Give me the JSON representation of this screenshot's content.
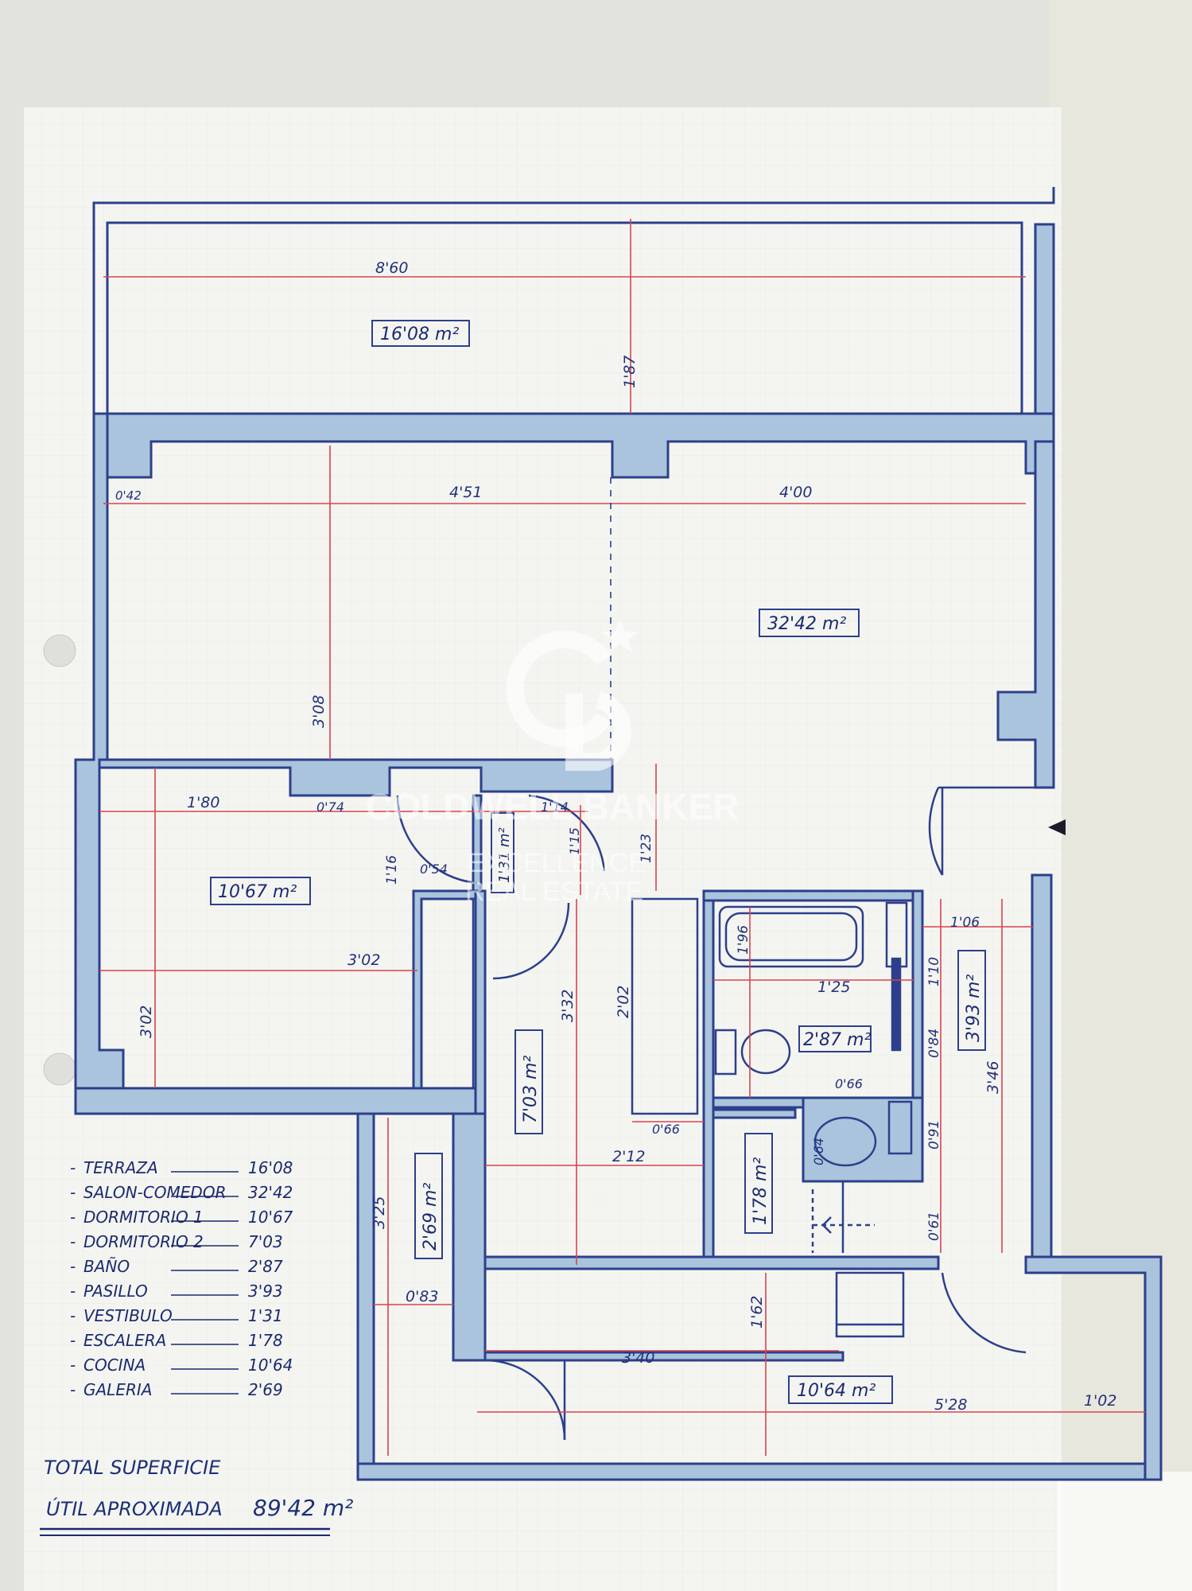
{
  "plan": {
    "terrace_width": "8'60",
    "terrace_depth": "1'87",
    "terrace_area": "16'08 m²",
    "living_left_width": "4'51",
    "living_right_width": "4'00",
    "living_wall": "0'42",
    "living_depth": "3'08",
    "living_area": "32'42 m²",
    "bed1_top_width": "1'80",
    "bed1_door_width": "0'74",
    "bed1_door_depth": "1'16",
    "bed1_gap": "0'54",
    "bed1_width": "3'02",
    "bed1_depth": "3'02",
    "bed1_area": "10'67 m²",
    "vest_width": "1'14",
    "vest_depth": "1'15",
    "vest_area": "1'31 m²",
    "hall_gap": "1'23",
    "bath_tub": "1'96",
    "bath_width": "1'25",
    "bath_area": "2'87 m²",
    "bath_gap": "0'66",
    "hall_width": "1'06",
    "hall_a": "1'10",
    "hall_b": "0'84",
    "hall_c": "0'91",
    "hall_d": "0'61",
    "hall_length": "3'46",
    "hall_area": "3'93 m²",
    "bed2_depth": "3'32",
    "bed2_closet": "2'02",
    "bed2_closet_w": "0'66",
    "bed2_width": "2'12",
    "bed2_area": "7'03 m²",
    "stair_w": "0'64",
    "stair_area": "1'78 m²",
    "gal_depth": "3'25",
    "gal_width": "0'83",
    "gal_area": "2'69 m²",
    "kitchen_depth": "1'62",
    "kitchen_counter": "3'40",
    "kitchen_width": "5'28",
    "kitchen_extra": "1'02",
    "kitchen_area": "10'64 m²"
  },
  "legend": [
    {
      "name": "TERRAZA",
      "value": "16'08"
    },
    {
      "name": "SALON-COMEDOR",
      "value": "32'42"
    },
    {
      "name": "DORMITORIO 1",
      "value": "10'67"
    },
    {
      "name": "DORMITORIO 2",
      "value": "7'03"
    },
    {
      "name": "BAÑO",
      "value": "2'87"
    },
    {
      "name": "PASILLO",
      "value": "3'93"
    },
    {
      "name": "VESTIBULO",
      "value": "1'31"
    },
    {
      "name": "ESCALERA",
      "value": "1'78"
    },
    {
      "name": "COCINA",
      "value": "10'64"
    },
    {
      "name": "GALERIA",
      "value": "2'69"
    }
  ],
  "total": {
    "line1": "TOTAL SUPERFICIE",
    "line2": "ÚTIL APROXIMADA",
    "value": "89'42 m²"
  },
  "watermark": {
    "line1": "COLDWELL BANKER",
    "line2": "EXCELLENCE",
    "line3": "REAL ESTATE"
  },
  "colors": {
    "wall": "#a9c4dc",
    "wall_edge": "#2d3f8c",
    "dimension": "#d9434f",
    "paper": "#f3f4f0"
  }
}
